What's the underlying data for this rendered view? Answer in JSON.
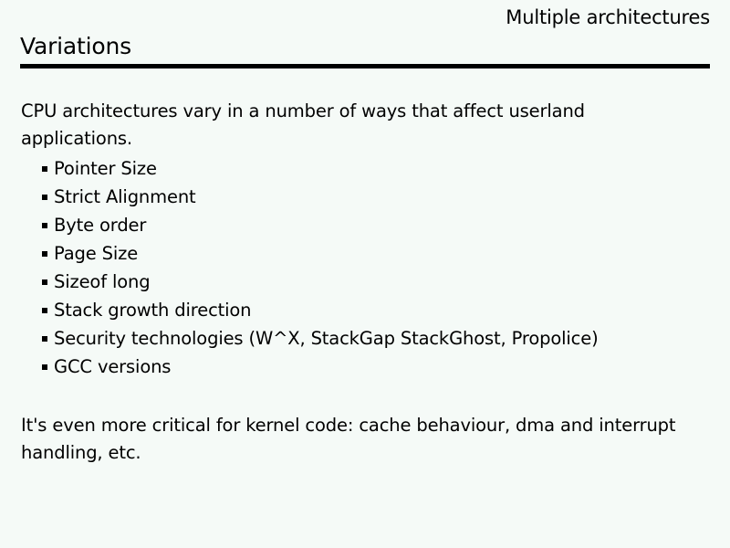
{
  "slide": {
    "topic": "Multiple architectures",
    "title": "Variations",
    "intro_paragraph": "CPU architectures vary in a number of ways that affect userland applications.",
    "bullets": [
      {
        "label": "Pointer Size"
      },
      {
        "label": "Strict Alignment"
      },
      {
        "label": "Byte order"
      },
      {
        "label": "Page Size"
      },
      {
        "label": "Sizeof long"
      },
      {
        "label": "Stack growth direction"
      },
      {
        "label": "Security technologies (W^X, StackGap StackGhost, Propolice)"
      },
      {
        "label": "GCC versions"
      }
    ],
    "closing_paragraph": "It's even more critical for kernel code: cache behaviour, dma and interrupt handling, etc.",
    "colors": {
      "background": "#f5faf7",
      "text": "#000000",
      "rule": "#000000"
    }
  }
}
